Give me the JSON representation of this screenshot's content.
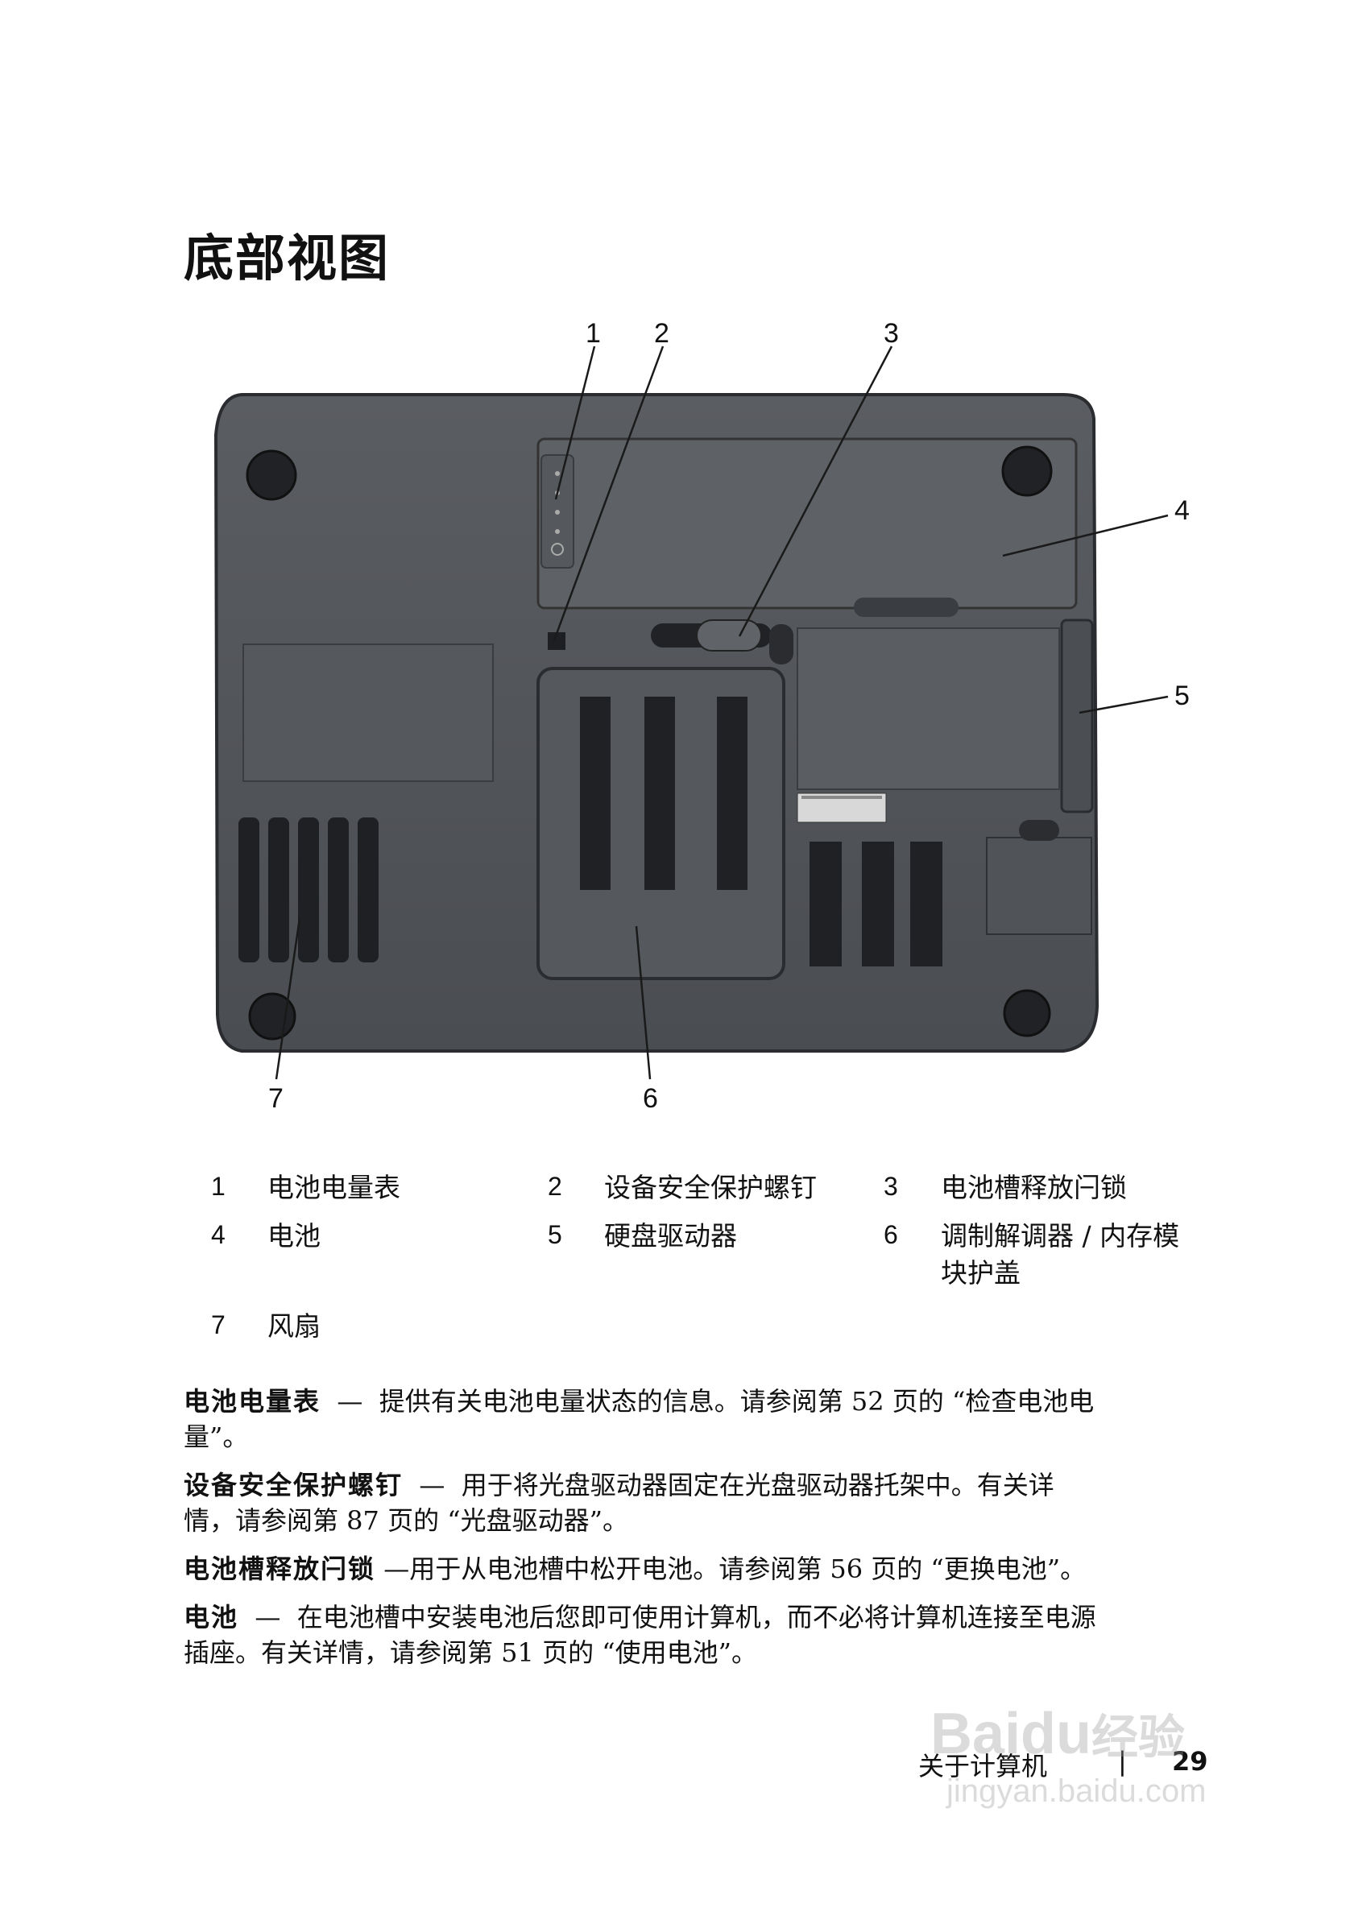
{
  "page": {
    "title": "底部视图"
  },
  "callouts": [
    "1",
    "2",
    "3",
    "4",
    "5",
    "6",
    "7"
  ],
  "legend": [
    {
      "num": "1",
      "label": "电池电量表"
    },
    {
      "num": "2",
      "label": "设备安全保护螺钉"
    },
    {
      "num": "3",
      "label": "电池槽释放闩锁"
    },
    {
      "num": "4",
      "label": "电池"
    },
    {
      "num": "5",
      "label": "硬盘驱动器"
    },
    {
      "num": "6",
      "label_line1": "调制解调器 / 内存模",
      "label_line2": "块护盖"
    },
    {
      "num": "7",
      "label": "风扇"
    }
  ],
  "descriptions": [
    {
      "term": "电池电量表",
      "sep": "—",
      "line1": "提供有关电池电量状态的信息。请参阅第 52 页的 “检查电池电",
      "line2": "量”。"
    },
    {
      "term": "设备安全保护螺钉",
      "sep": "—",
      "line1": "用于将光盘驱动器固定在光盘驱动器托架中。有关详",
      "line2": "情，请参阅第 87 页的 “光盘驱动器”。"
    },
    {
      "term": "电池槽释放闩锁",
      "sep": "—",
      "line1": "用于从电池槽中松开电池。请参阅第 56 页的 “更换电池”。"
    },
    {
      "term": "电池",
      "sep": "—",
      "line1": "在电池槽中安装电池后您即可使用计算机，而不必将计算机连接至电源",
      "line2": "插座。有关详情，请参阅第 51 页的 “使用电池”。"
    }
  ],
  "footer": {
    "section": "关于计算机",
    "separator": "|",
    "page_number": "29"
  },
  "watermark": {
    "brand": "Baidu",
    "brand_cn": "经验",
    "url": "jingyan.baidu.com"
  }
}
